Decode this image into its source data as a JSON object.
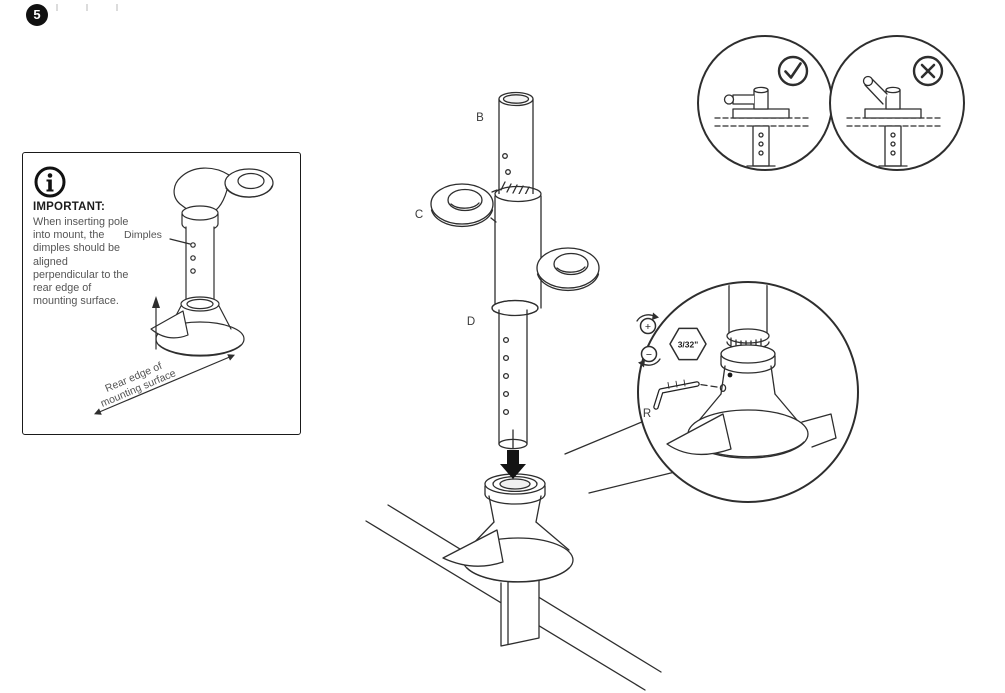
{
  "page": {
    "step_number": "5"
  },
  "info_panel": {
    "title": "IMPORTANT:",
    "body": "When inserting pole into mount, the dimples should be aligned perpendicular to the rear edge of mounting surface.",
    "dimples_label": "Dimples",
    "rear_edge_label": "Rear edge of mounting surface"
  },
  "assembly": {
    "labels": {
      "top_pole": "B",
      "arm": "C",
      "lower_pole": "D"
    }
  },
  "callout": {
    "tool_label": "R",
    "hex_key_size": "3/32\"",
    "tighten_symbol": "+",
    "loosen_symbol": "−"
  },
  "orientation_check": {
    "correct_icon": "check",
    "incorrect_icon": "cross"
  },
  "colors": {
    "line": "#2e2e2e",
    "badge_bg": "#111111"
  }
}
